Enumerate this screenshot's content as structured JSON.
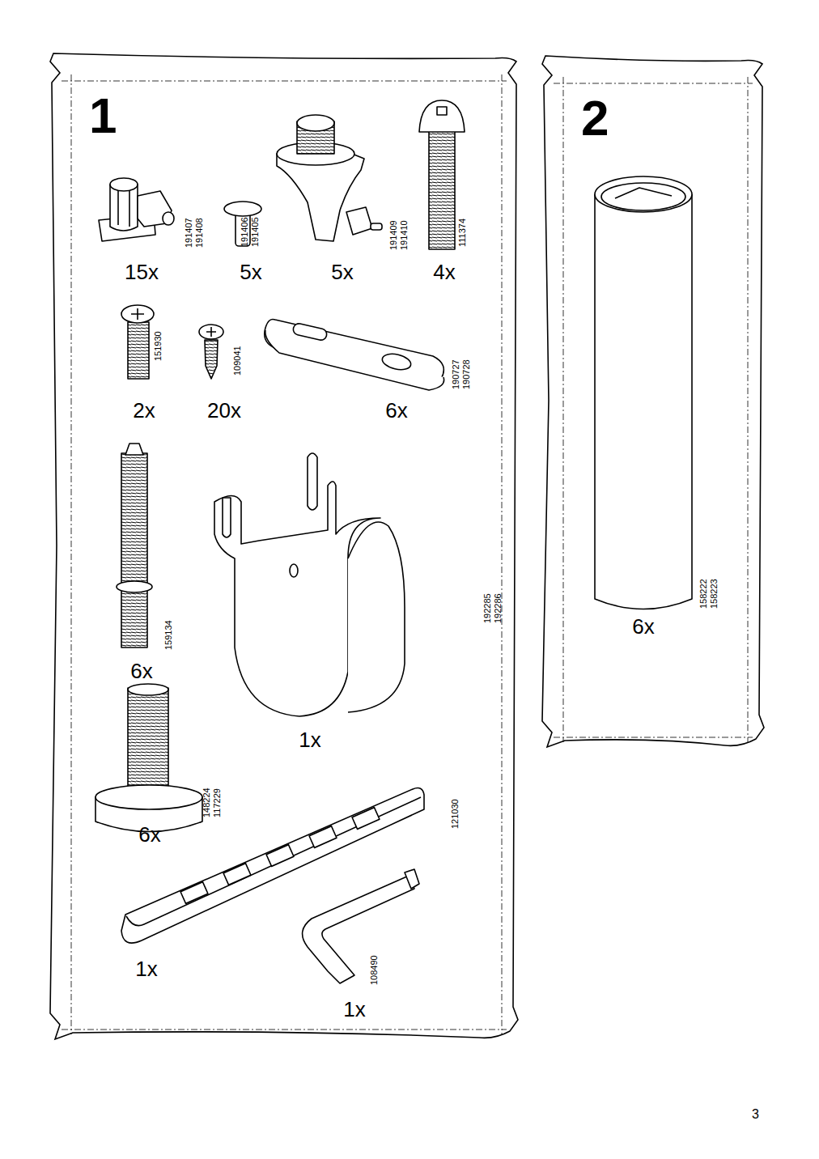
{
  "diagram": {
    "nodes": [
      {
        "text": [
          "1"
        ]
      },
      {
        "text": [
          "2"
        ]
      }
    ],
    "labels": [
      "191407",
      "191408",
      "15x",
      "191406",
      "191405",
      "5x",
      "191409",
      "191410",
      "5x",
      "111374",
      "4x",
      "151930",
      "2x",
      "109041",
      "20x",
      "190727",
      "190728",
      "6x",
      "159134",
      "6x",
      "192285",
      "192286",
      "1x",
      "148224",
      "117229",
      "6x",
      "121030",
      "1x",
      "108490",
      "1x",
      "158222",
      "158223",
      "6x",
      "3"
    ]
  }
}
